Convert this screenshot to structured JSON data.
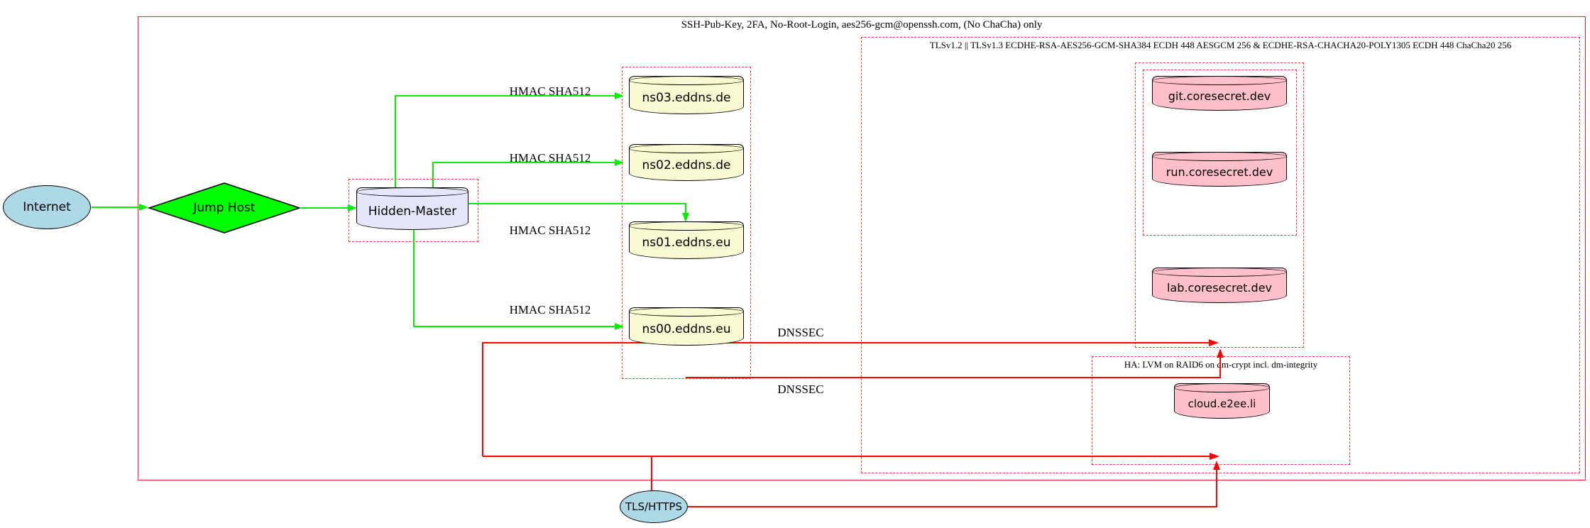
{
  "clusters": {
    "ssh": {
      "label": "SSH-Pub-Key, 2FA, No-Root-Login, aes256-gcm@openssh.com, (No ChaCha) only"
    },
    "tls": {
      "label": "TLSv1.2 || TLSv1.3 ECDHE-RSA-AES256-GCM-SHA384 ECDH 448 AESGCM 256 & ECDHE-RSA-CHACHA20-POLY1305 ECDH 448 ChaCha20 256"
    },
    "ha": {
      "label": "HA: LVM on RAID6 on dm-crypt incl. dm-integrity"
    }
  },
  "nodes": {
    "internet": {
      "label": "Internet",
      "shape": "ellipse",
      "fill": "#ADD8E6"
    },
    "jump_host": {
      "label": "Jump Host",
      "shape": "diamond",
      "fill": "#00FF00"
    },
    "hidden_master": {
      "label": "Hidden-Master",
      "shape": "cylinder",
      "fill": "#E6E6FA"
    },
    "ns03": {
      "label": "ns03.eddns.de",
      "shape": "cylinder",
      "fill": "#FAFAD2"
    },
    "ns02": {
      "label": "ns02.eddns.de",
      "shape": "cylinder",
      "fill": "#FAFAD2"
    },
    "ns01": {
      "label": "ns01.eddns.eu",
      "shape": "cylinder",
      "fill": "#FAFAD2"
    },
    "ns00": {
      "label": "ns00.eddns.eu",
      "shape": "cylinder",
      "fill": "#FAFAD2"
    },
    "git": {
      "label": "git.coresecret.dev",
      "shape": "cylinder",
      "fill": "#FFC0CB"
    },
    "run": {
      "label": "run.coresecret.dev",
      "shape": "cylinder",
      "fill": "#FFC0CB"
    },
    "lab": {
      "label": "lab.coresecret.dev",
      "shape": "cylinder",
      "fill": "#FFC0CB"
    },
    "cloud": {
      "label": "cloud.e2ee.li",
      "shape": "cylinder",
      "fill": "#FFC0CB"
    },
    "tls_https": {
      "label": "TLS/HTTPS",
      "shape": "ellipse",
      "fill": "#ADD8E6"
    }
  },
  "edge_labels": {
    "hmac": "HMAC SHA512",
    "dnssec": "DNSSEC"
  },
  "colors": {
    "green_edge": "#00EE00",
    "red_edge": "#FF0000",
    "cluster_border": "#FF3333"
  }
}
